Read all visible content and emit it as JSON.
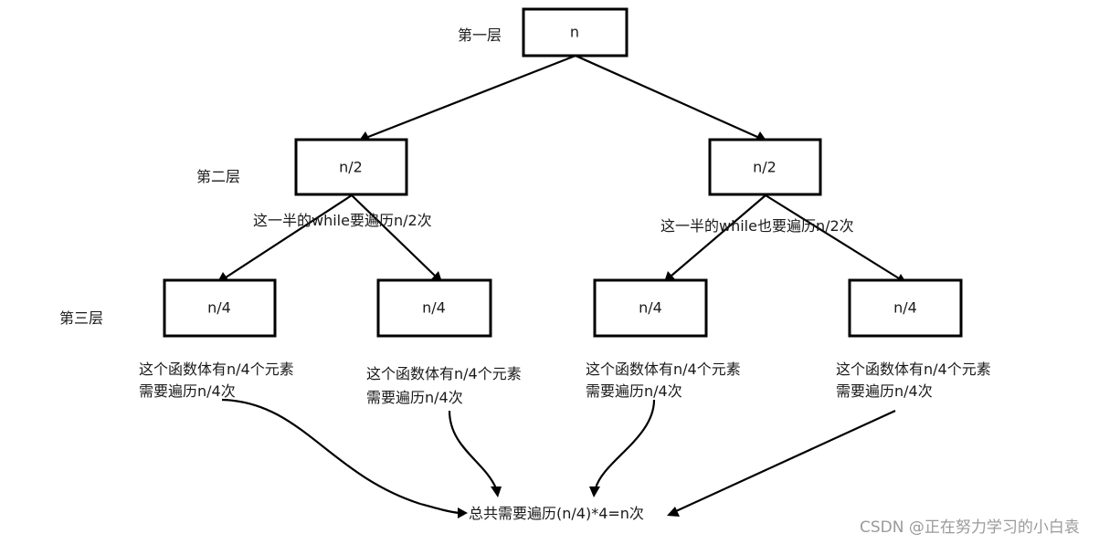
{
  "levels": {
    "level1": "第一层",
    "level2": "第二层",
    "level3": "第三层"
  },
  "nodes": {
    "root": "n",
    "mid_left": "n/2",
    "mid_right": "n/2",
    "leaf_1": "n/4",
    "leaf_2": "n/4",
    "leaf_3": "n/4",
    "leaf_4": "n/4"
  },
  "notes": {
    "half_left": "这一半的while要遍历n/2次",
    "half_right": "这一半的while也要遍历n/2次",
    "leaf_note_1_line1": "这个函数体有n/4个元素",
    "leaf_note_1_line2": "需要遍历n/4次",
    "leaf_note_2_line1": "这个函数体有n/4个元素",
    "leaf_note_2_line2": "需要遍历n/4次",
    "leaf_note_3_line1": "这个函数体有n/4个元素",
    "leaf_note_3_line2": "需要遍历n/4次",
    "leaf_note_4_line1": "这个函数体有n/4个元素",
    "leaf_note_4_line2": "需要遍历n/4次"
  },
  "total": "总共需要遍历(n/4)*4=n次",
  "watermark": "CSDN @正在努力学习的小白袁"
}
